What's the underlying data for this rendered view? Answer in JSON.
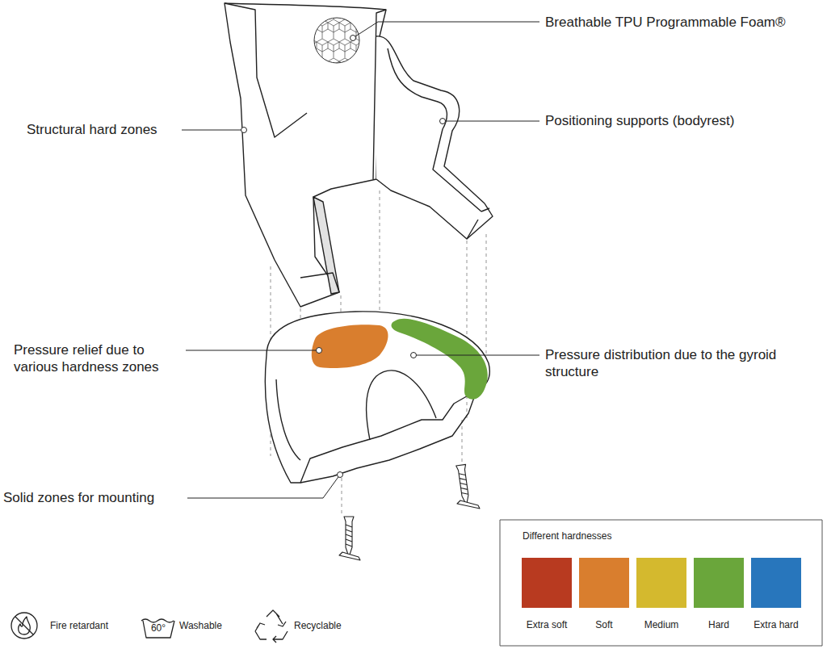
{
  "diagram": {
    "labels": [
      "Breathable TPU Programmable Foam®",
      "Structural hard zones",
      "Positioning supports (bodyrest)",
      "Pressure relief due to various hardness zones",
      "Pressure distribution due to the gyroid structure",
      "Solid zones for mounting",
      "Different hardnesses",
      "Fire retardant",
      "60°",
      "Washable",
      "Recyclable"
    ],
    "legend": [
      {
        "text": "Extra soft",
        "color": "#b83a20"
      },
      {
        "text": "Soft",
        "color": "#d97e2e"
      },
      {
        "text": "Medium",
        "color": "#d4b92e"
      },
      {
        "text": "Hard",
        "color": "#6aa63b"
      },
      {
        "text": "Extra hard",
        "color": "#2876bc"
      }
    ]
  }
}
